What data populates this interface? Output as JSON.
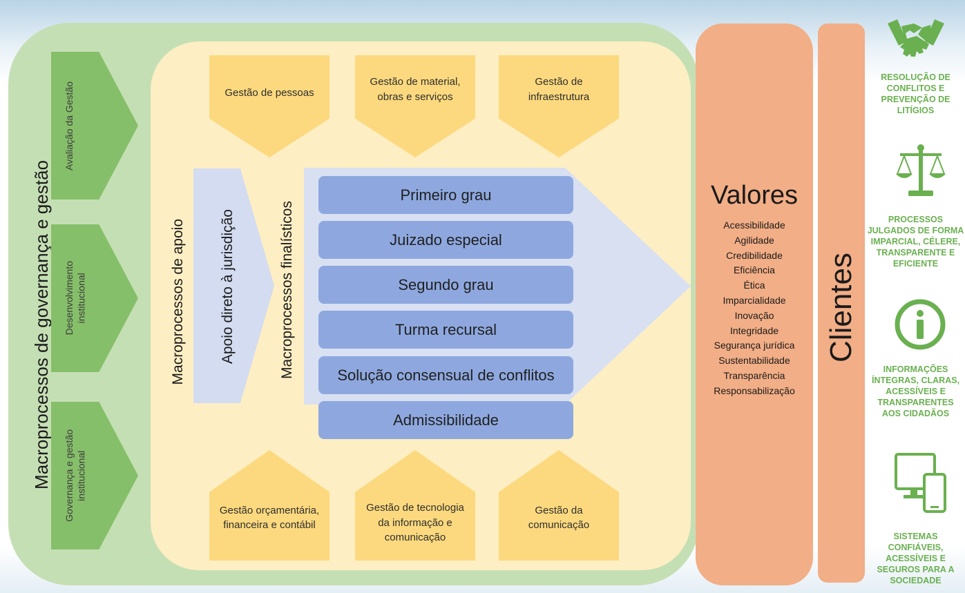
{
  "governanca": {
    "title": "Macroprocessos de governança e gestão",
    "chevrons": [
      "Avaliação da Gestão",
      "Desenvolvimento\ninstitucional",
      "Governança e gestão\ninstitucional"
    ]
  },
  "apoio": {
    "title": "Macroprocessos de apoio",
    "top_boxes": [
      "Gestão de pessoas",
      "Gestão de material,\nobras e serviços",
      "Gestão de\ninfraestrutura"
    ],
    "bottom_boxes": [
      "Gestão orçamentária,\nfinanceira e contábil",
      "Gestão de tecnologia\nda informação e\ncomunicação",
      "Gestão da\ncomunicação"
    ],
    "apoio_direto": "Apoio direto à jurisdição"
  },
  "finalisticos": {
    "title": "Macroprocessos finalísticos",
    "items": [
      "Primeiro grau",
      "Juizado especial",
      "Segundo grau",
      "Turma recursal",
      "Solução consensual de conflitos",
      "Admissibilidade"
    ]
  },
  "valores": {
    "title": "Valores",
    "items": [
      "Acessibilidade",
      "Agilidade",
      "Credibilidade",
      "Eficiência",
      "Ética",
      "Imparcialidade",
      "Inovação",
      "Integridade",
      "Segurança jurídica",
      "Sustentabilidade",
      "Transparência",
      "Responsabilização"
    ]
  },
  "clientes": {
    "title": "Clientes"
  },
  "resultados": [
    {
      "icon": "handshake-icon",
      "caption": "RESOLUÇÃO DE\nCONFLITOS E\nPREVENÇÃO DE\nLITÍGIOS"
    },
    {
      "icon": "scales-icon",
      "caption": "PROCESSOS\nJULGADOS DE FORMA\nIMPARCIAL, CÉLERE,\nTRANSPARENTE E\nEFICIENTE"
    },
    {
      "icon": "info-icon",
      "caption": "INFORMAÇÕES\nÍNTEGRAS, CLARAS,\nACESSÍVEIS E\nTRANSPARENTES\nAOS CIDADÃOS"
    },
    {
      "icon": "devices-icon",
      "caption": "SISTEMAS\nCONFIÁVEIS,\nACESSÍVEIS E\nSEGUROS PARA A\nSOCIEDADE"
    }
  ],
  "colors": {
    "governanca": "#c5dfb4",
    "chevron": "#86bf6a",
    "apoio": "#fdeec3",
    "apoio_box": "#fcd97e",
    "finalistico_bar": "#8ea8df",
    "valores": "#f2ae86",
    "icon_green": "#6ab050"
  }
}
